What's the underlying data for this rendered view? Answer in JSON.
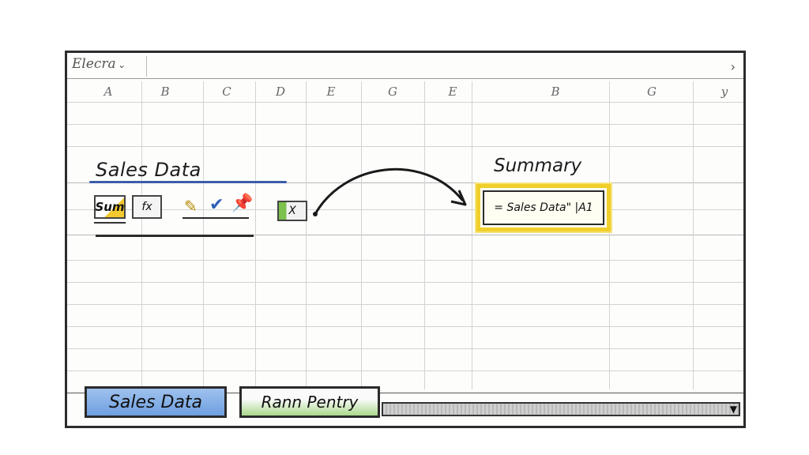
{
  "name_box": {
    "value": "Elecra",
    "dropdown_icon": "chevron-down-icon"
  },
  "formula_bar": {
    "value": "",
    "expand_icon": "chevron-right-icon"
  },
  "columns": [
    "A",
    "B",
    "C",
    "D",
    "E",
    "G",
    "E",
    "B",
    "G",
    "y"
  ],
  "sales_section": {
    "title": "Sales Data",
    "tools": [
      {
        "label": "Sum",
        "icon": "sum-icon"
      },
      {
        "label": "fx",
        "icon": "function-icon"
      },
      {
        "label": "",
        "icon": "pencil-icon"
      },
      {
        "label": "",
        "icon": "checkmark-icon"
      },
      {
        "label": "",
        "icon": "pin-icon"
      },
      {
        "label": "X",
        "icon": "excel-icon"
      }
    ]
  },
  "summary_section": {
    "title": "Summary",
    "formula": "= Sales Data\" |A1"
  },
  "sheet_tabs": [
    {
      "label": "Sales Data",
      "color": "#6f9fe0"
    },
    {
      "label": "Rann Pentry",
      "color": "#a9d98a"
    }
  ],
  "colors": {
    "accent_blue": "#3a5da8",
    "highlight_yellow": "#f0cf2a",
    "accent_green": "#7cc14e"
  }
}
